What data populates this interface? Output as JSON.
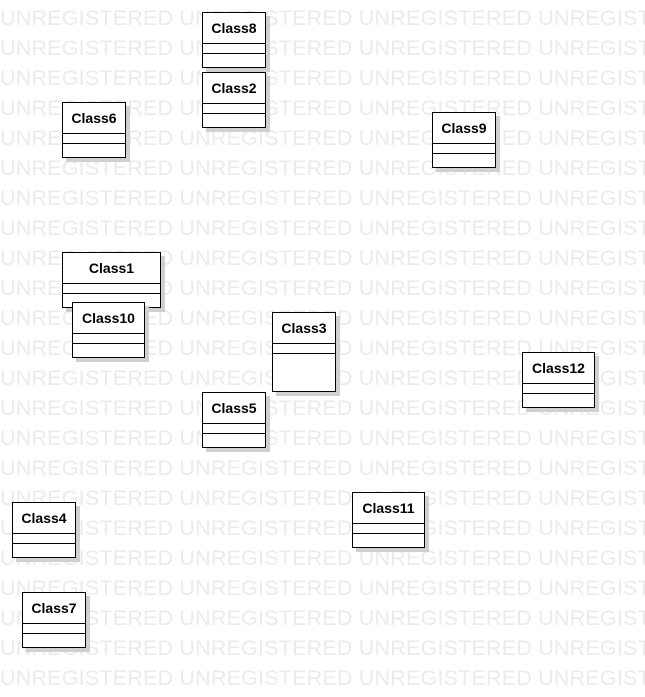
{
  "watermark": {
    "text": "UNREGISTERED",
    "color": "#ebebeb"
  },
  "classes": [
    {
      "id": "class8",
      "name": "Class8"
    },
    {
      "id": "class2",
      "name": "Class2"
    },
    {
      "id": "class6",
      "name": "Class6"
    },
    {
      "id": "class9",
      "name": "Class9"
    },
    {
      "id": "class1",
      "name": "Class1"
    },
    {
      "id": "class10",
      "name": "Class10"
    },
    {
      "id": "class3",
      "name": "Class3"
    },
    {
      "id": "class12",
      "name": "Class12"
    },
    {
      "id": "class5",
      "name": "Class5"
    },
    {
      "id": "class4",
      "name": "Class4"
    },
    {
      "id": "class11",
      "name": "Class11"
    },
    {
      "id": "class7",
      "name": "Class7"
    }
  ]
}
